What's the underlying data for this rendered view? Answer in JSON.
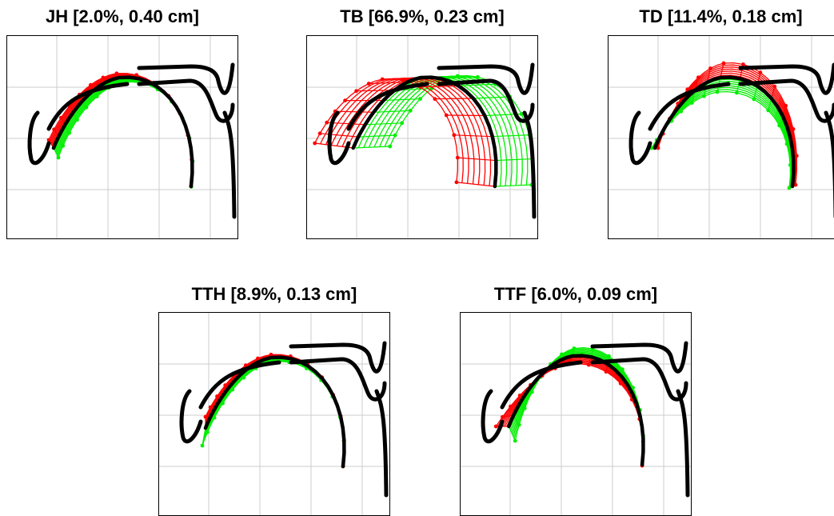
{
  "panels": [
    {
      "id": "jh",
      "title": "JH [2.0%, 0.40 cm]"
    },
    {
      "id": "tb",
      "title": "TB [66.9%, 0.23 cm]"
    },
    {
      "id": "td",
      "title": "TD [11.4%, 0.18 cm]"
    },
    {
      "id": "tth",
      "title": "TTH [8.9%, 0.13 cm]"
    },
    {
      "id": "ttf",
      "title": "TTF [6.0%, 0.09 cm]"
    }
  ],
  "colors": {
    "positive": "#ff0000",
    "negative": "#00ee00",
    "outline": "#000000",
    "grid": "#cccccc"
  }
}
